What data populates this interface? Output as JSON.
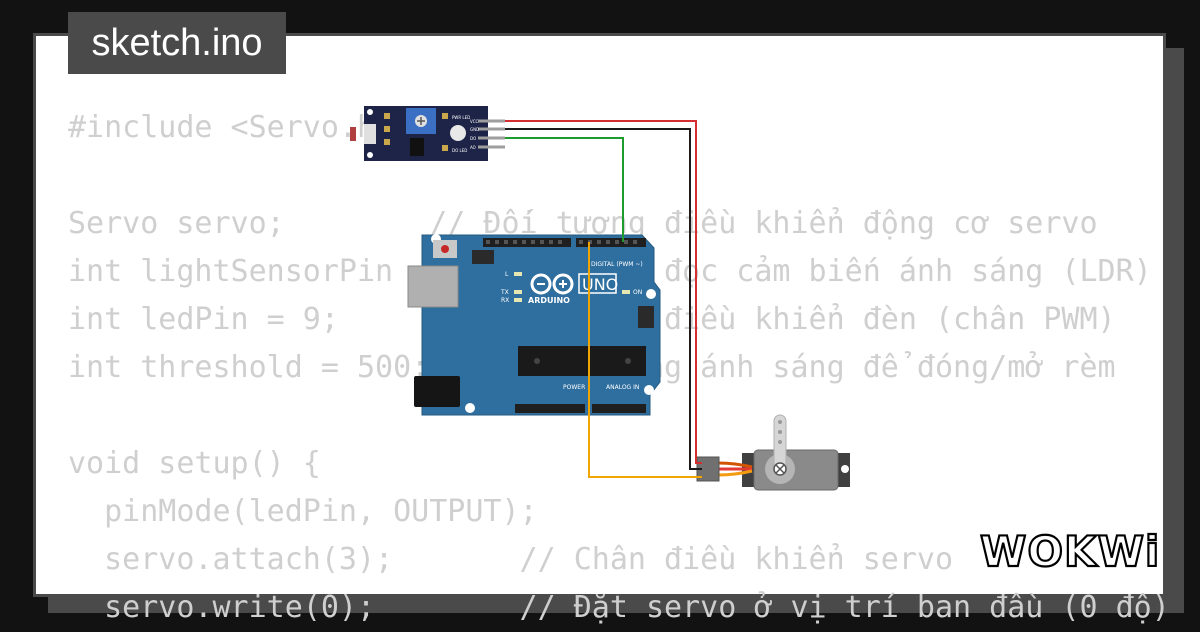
{
  "tab": {
    "filename": "sketch.ino"
  },
  "code_lines": [
    "#include <Servo.h>",
    "",
    "Servo servo;        // Đối tượng điều khiển động cơ servo",
    "int lightSensorPin = A0; // Chân đọc cảm biến ánh sáng (LDR)",
    "int ledPin = 9;          // Chân điều khiển đèn (chân PWM)",
    "int threshold = 500;     // Ngưỡng ánh sáng để đóng/mở rèm",
    "",
    "void setup() {",
    "  pinMode(ledPin, OUTPUT);",
    "  servo.attach(3);       // Chân điều khiển servo",
    "  servo.write(0);        // Đặt servo ở vị trí ban đầu (0 độ)"
  ],
  "circuit": {
    "board": {
      "brand": "ARDUINO",
      "model": "UNO",
      "digital_label": "DIGITAL (PWM ~)",
      "analog_label": "ANALOG IN",
      "power_label": "POWER",
      "on_label": "ON",
      "tx": "TX",
      "rx": "RX",
      "l": "L"
    },
    "sensor_pins": [
      "VCC",
      "GND",
      "DO",
      "AO"
    ],
    "sensor_leds": [
      "PWR LED",
      "DO LED"
    ],
    "wire_colors": {
      "vcc": "#d32f2f",
      "gnd": "#1a1a1a",
      "signal_sensor": "#1f9a2e",
      "signal_servo": "#f0a500"
    }
  },
  "brand": {
    "logo": "WOKWi"
  }
}
